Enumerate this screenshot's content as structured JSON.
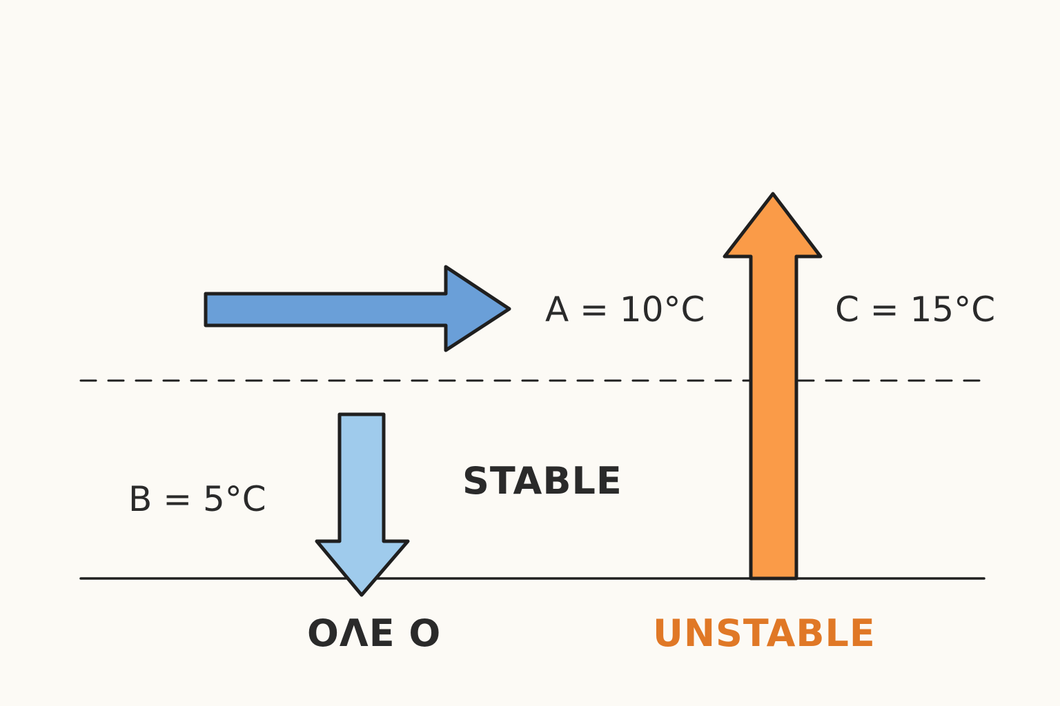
{
  "labels": {
    "a": "A = 10°C",
    "b": "B = 5°C",
    "c": "C = 15°C",
    "stable": "STABLE",
    "bottom_left": "ΟΛΕ Ο",
    "unstable": "UNSTABLE"
  },
  "colors": {
    "background": "#fcfaf5",
    "arrow_a": "#6a9fd8",
    "arrow_b": "#9fcbec",
    "arrow_c": "#fa9b48",
    "unstable_text": "#e07826",
    "stroke": "#1f1f1f",
    "text": "#2a2a2a"
  },
  "arrows": [
    {
      "id": "a",
      "direction": "right"
    },
    {
      "id": "b",
      "direction": "down"
    },
    {
      "id": "c",
      "direction": "up"
    }
  ]
}
